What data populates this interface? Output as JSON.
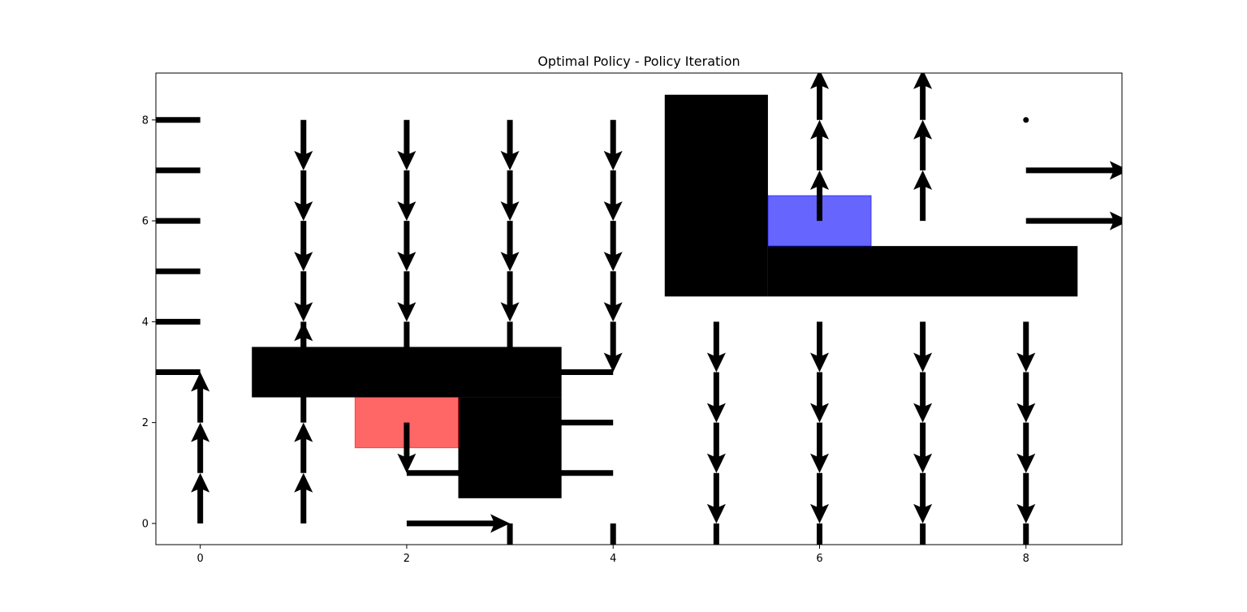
{
  "chart_data": {
    "type": "quiver",
    "title": "Optimal Policy - Policy Iteration",
    "xlabel": "",
    "ylabel": "",
    "xlim": [
      -0.43,
      8.93
    ],
    "ylim": [
      -0.42,
      8.93
    ],
    "xticks": [
      "0",
      "2",
      "4",
      "6",
      "8"
    ],
    "yticks": [
      "0",
      "2",
      "4",
      "6",
      "8"
    ],
    "grid": false,
    "colors": {
      "obstacle": "#000000",
      "start": "#ff0000",
      "goal": "#0000ff",
      "arrow": "#000000"
    },
    "obstacles": [
      {
        "x": 0.5,
        "y": 2.5,
        "w": 3.0,
        "h": 1.0
      },
      {
        "x": 2.5,
        "y": 0.5,
        "w": 1.0,
        "h": 2.0
      },
      {
        "x": 4.5,
        "y": 4.5,
        "w": 1.0,
        "h": 4.0
      },
      {
        "x": 5.5,
        "y": 4.5,
        "w": 3.0,
        "h": 1.0
      }
    ],
    "start": {
      "x": 1.5,
      "y": 1.5,
      "w": 1.0,
      "h": 1.0
    },
    "goal": {
      "x": 5.5,
      "y": 5.5,
      "w": 1.0,
      "h": 1.0
    },
    "terminal_dot": {
      "x": 8,
      "y": 8
    },
    "arrows": [
      {
        "x": 0,
        "y": 8,
        "dir": "left"
      },
      {
        "x": 0,
        "y": 7,
        "dir": "left"
      },
      {
        "x": 0,
        "y": 6,
        "dir": "left"
      },
      {
        "x": 0,
        "y": 5,
        "dir": "left"
      },
      {
        "x": 0,
        "y": 4,
        "dir": "left"
      },
      {
        "x": 0,
        "y": 3,
        "dir": "left"
      },
      {
        "x": 0,
        "y": 2,
        "dir": "up"
      },
      {
        "x": 0,
        "y": 1,
        "dir": "up"
      },
      {
        "x": 0,
        "y": 0,
        "dir": "up"
      },
      {
        "x": 1,
        "y": 8,
        "dir": "down"
      },
      {
        "x": 1,
        "y": 7,
        "dir": "down"
      },
      {
        "x": 1,
        "y": 6,
        "dir": "down"
      },
      {
        "x": 1,
        "y": 5,
        "dir": "down"
      },
      {
        "x": 1,
        "y": 4,
        "dir": "down"
      },
      {
        "x": 1,
        "y": 3,
        "dir": "up"
      },
      {
        "x": 1,
        "y": 2,
        "dir": "up"
      },
      {
        "x": 1,
        "y": 1,
        "dir": "up"
      },
      {
        "x": 1,
        "y": 0,
        "dir": "up"
      },
      {
        "x": 2,
        "y": 8,
        "dir": "down"
      },
      {
        "x": 2,
        "y": 7,
        "dir": "down"
      },
      {
        "x": 2,
        "y": 6,
        "dir": "down"
      },
      {
        "x": 2,
        "y": 5,
        "dir": "down"
      },
      {
        "x": 2,
        "y": 4,
        "dir": "down"
      },
      {
        "x": 2,
        "y": 2,
        "dir": "down"
      },
      {
        "x": 2,
        "y": 1,
        "dir": "right"
      },
      {
        "x": 2,
        "y": 0,
        "dir": "right"
      },
      {
        "x": 3,
        "y": 8,
        "dir": "down"
      },
      {
        "x": 3,
        "y": 7,
        "dir": "down"
      },
      {
        "x": 3,
        "y": 6,
        "dir": "down"
      },
      {
        "x": 3,
        "y": 5,
        "dir": "down"
      },
      {
        "x": 3,
        "y": 4,
        "dir": "down"
      },
      {
        "x": 3,
        "y": 0,
        "dir": "down"
      },
      {
        "x": 4,
        "y": 8,
        "dir": "down"
      },
      {
        "x": 4,
        "y": 7,
        "dir": "down"
      },
      {
        "x": 4,
        "y": 6,
        "dir": "down"
      },
      {
        "x": 4,
        "y": 5,
        "dir": "down"
      },
      {
        "x": 4,
        "y": 4,
        "dir": "down"
      },
      {
        "x": 4,
        "y": 3,
        "dir": "left"
      },
      {
        "x": 4,
        "y": 2,
        "dir": "left"
      },
      {
        "x": 4,
        "y": 1,
        "dir": "left"
      },
      {
        "x": 4,
        "y": 0,
        "dir": "down"
      },
      {
        "x": 5,
        "y": 4,
        "dir": "down"
      },
      {
        "x": 5,
        "y": 3,
        "dir": "down"
      },
      {
        "x": 5,
        "y": 2,
        "dir": "down"
      },
      {
        "x": 5,
        "y": 1,
        "dir": "down"
      },
      {
        "x": 5,
        "y": 0,
        "dir": "down"
      },
      {
        "x": 6,
        "y": 8,
        "dir": "up"
      },
      {
        "x": 6,
        "y": 7,
        "dir": "up"
      },
      {
        "x": 6,
        "y": 6,
        "dir": "up"
      },
      {
        "x": 6,
        "y": 4,
        "dir": "down"
      },
      {
        "x": 6,
        "y": 3,
        "dir": "down"
      },
      {
        "x": 6,
        "y": 2,
        "dir": "down"
      },
      {
        "x": 6,
        "y": 1,
        "dir": "down"
      },
      {
        "x": 6,
        "y": 0,
        "dir": "down"
      },
      {
        "x": 7,
        "y": 8,
        "dir": "up"
      },
      {
        "x": 7,
        "y": 7,
        "dir": "up"
      },
      {
        "x": 7,
        "y": 6,
        "dir": "up"
      },
      {
        "x": 7,
        "y": 4,
        "dir": "down"
      },
      {
        "x": 7,
        "y": 3,
        "dir": "down"
      },
      {
        "x": 7,
        "y": 2,
        "dir": "down"
      },
      {
        "x": 7,
        "y": 1,
        "dir": "down"
      },
      {
        "x": 7,
        "y": 0,
        "dir": "down"
      },
      {
        "x": 8,
        "y": 7,
        "dir": "right"
      },
      {
        "x": 8,
        "y": 6,
        "dir": "right"
      },
      {
        "x": 8,
        "y": 4,
        "dir": "down"
      },
      {
        "x": 8,
        "y": 3,
        "dir": "down"
      },
      {
        "x": 8,
        "y": 2,
        "dir": "down"
      },
      {
        "x": 8,
        "y": 1,
        "dir": "down"
      },
      {
        "x": 8,
        "y": 0,
        "dir": "down"
      }
    ]
  }
}
